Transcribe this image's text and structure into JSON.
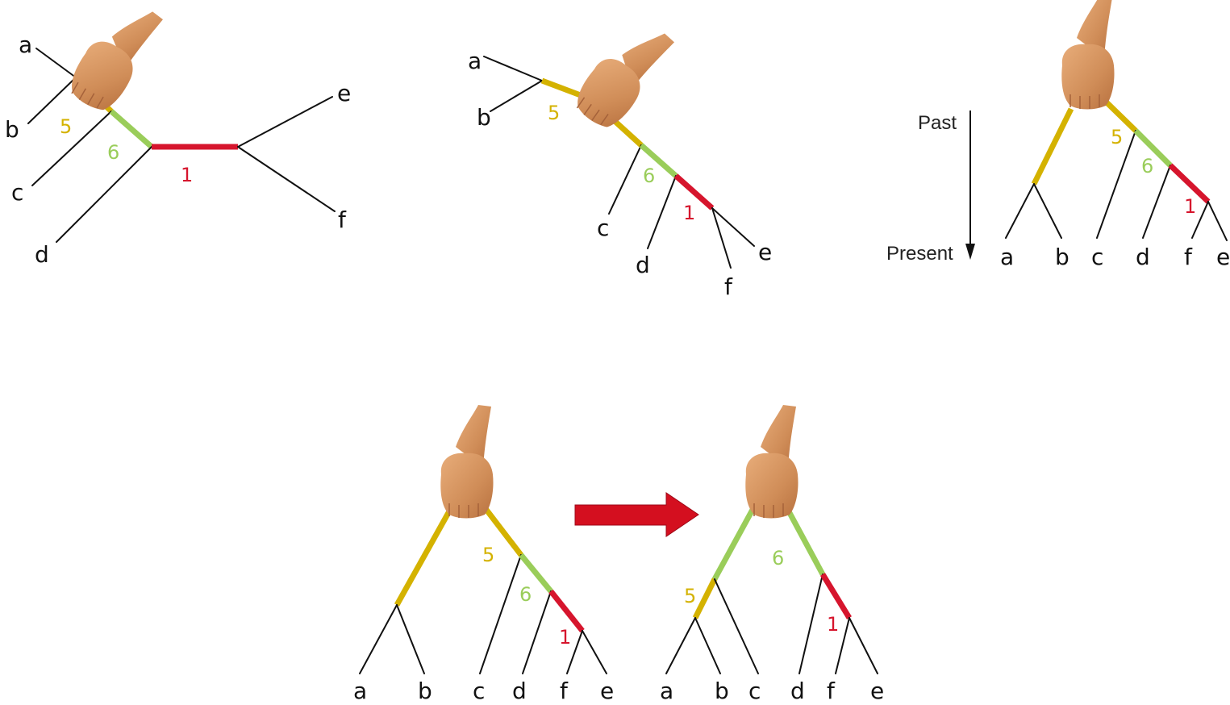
{
  "colors": {
    "branch_5": "#d4b200",
    "branch_6": "#9acd5a",
    "branch_1": "#d6152d",
    "line": "#111111",
    "arrow": "#d40f1f",
    "hand": "#d9965e"
  },
  "leaves": {
    "a": "a",
    "b": "b",
    "c": "c",
    "d": "d",
    "e": "e",
    "f": "f"
  },
  "branch_numbers": {
    "five": "5",
    "six": "6",
    "one": "1"
  },
  "time_axis": {
    "past": "Past",
    "present": "Present"
  },
  "icons": [
    "hand-icon",
    "right-arrow-icon",
    "down-arrow-icon"
  ]
}
